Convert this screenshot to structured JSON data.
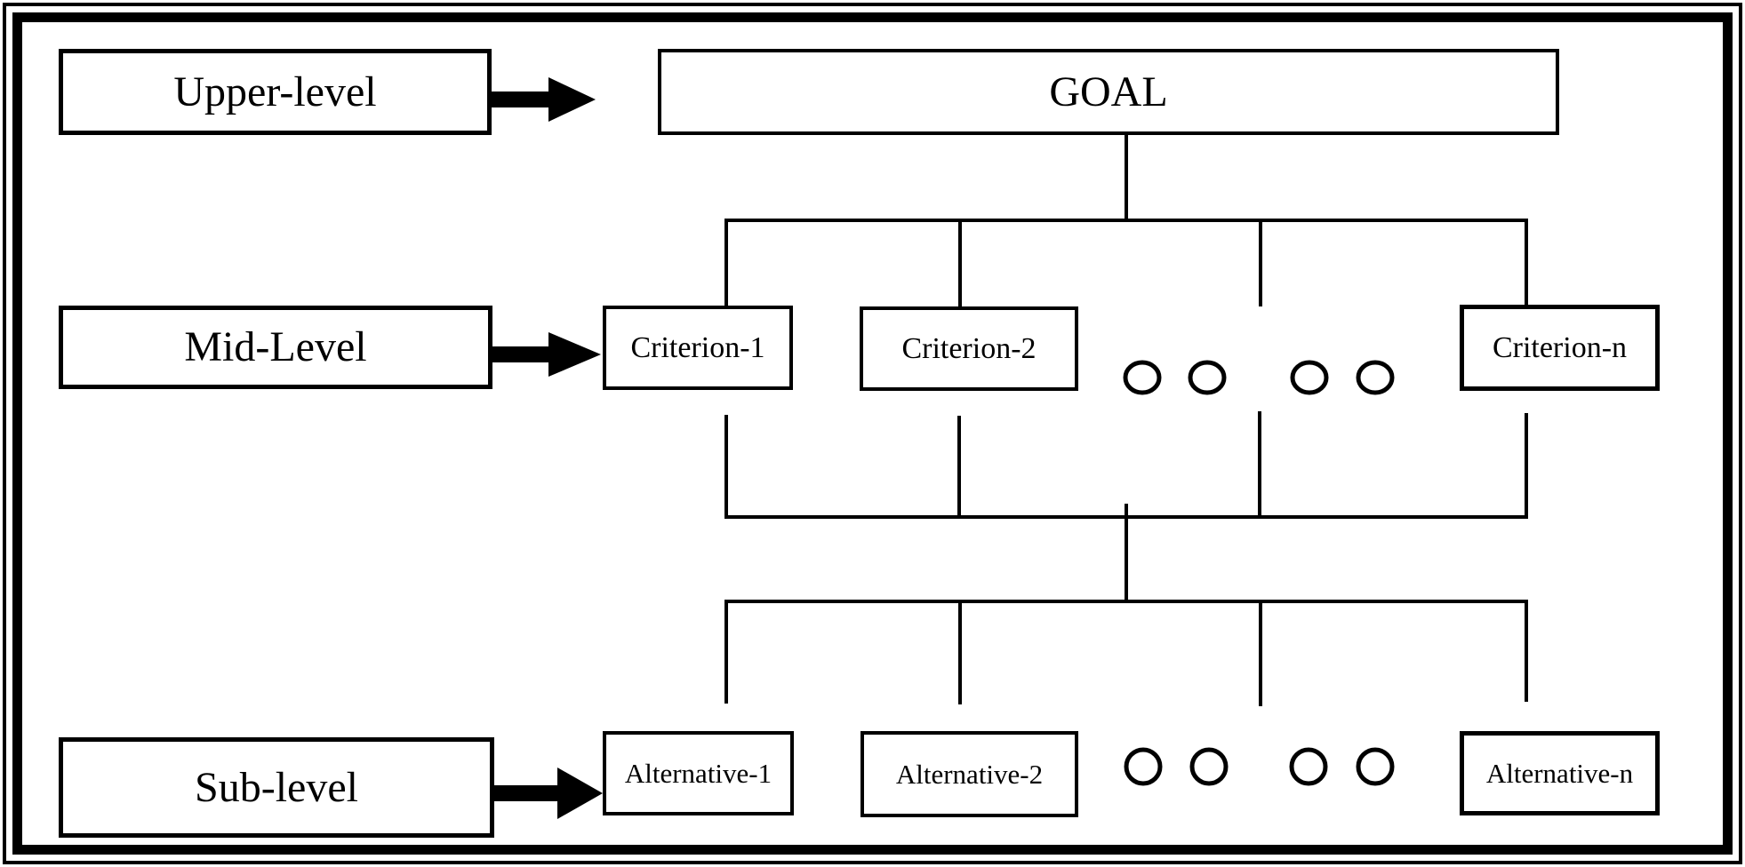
{
  "diagram": {
    "type": "hierarchy",
    "levels": {
      "upper": {
        "label": "Upper-level",
        "node": "GOAL"
      },
      "mid": {
        "label": "Mid-Level",
        "nodes": [
          "Criterion-1",
          "Criterion-2",
          "Criterion-n"
        ]
      },
      "sub": {
        "label": "Sub-level",
        "nodes": [
          "Alternative-1",
          "Alternative-2",
          "Alternative-n"
        ]
      }
    },
    "continuation_dots": {
      "criteria_row": 4,
      "alternatives_row": 4
    },
    "colors": {
      "ink": "#000000",
      "paper": "#ffffff"
    }
  }
}
